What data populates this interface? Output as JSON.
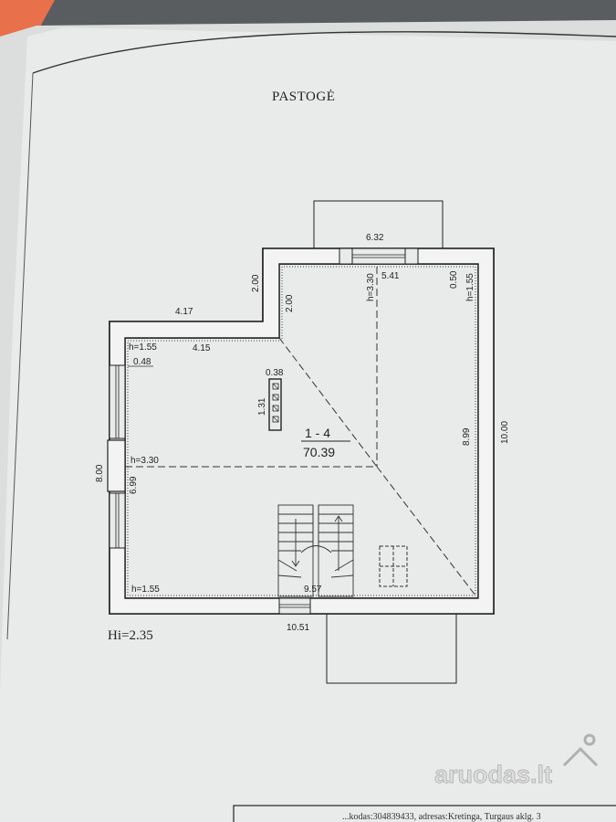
{
  "plan": {
    "title": "PASTOGĖ",
    "room": {
      "id": "1 - 4",
      "area": "70.39"
    },
    "hi": "Hi=2.35",
    "dims": {
      "top_window_width": "6.32",
      "inner_top_width": "5.41",
      "h_top": "h=3.30",
      "wall_050": "0.50",
      "h_top_right": "h=1.55",
      "left_step_outer": "2.00",
      "left_step_inner": "2.00",
      "upper_left_outer": "4.17",
      "upper_left_inner": "4.15",
      "h_upper_left": "h=1.55",
      "wall_048": "0.48",
      "chimney_w": "0.38",
      "chimney_h": "1.31",
      "right_inner": "8.99",
      "right_outer": "10.00",
      "left_outer": "8.00",
      "left_inner": "6.99",
      "h_left_mid": "h=3.30",
      "h_bottom_left": "h=1.55",
      "bottom_inner": "9.57",
      "bottom_outer": "10.51"
    }
  },
  "footer": {
    "text": "...kodas:304839433, adresas:Kretinga, Turgaus aklg. 3"
  },
  "watermark": {
    "text": "aruodas.lt"
  },
  "colors": {
    "paper": "#eceeed",
    "background": "#5a5d60",
    "accent_top_left": "#e8704a"
  }
}
